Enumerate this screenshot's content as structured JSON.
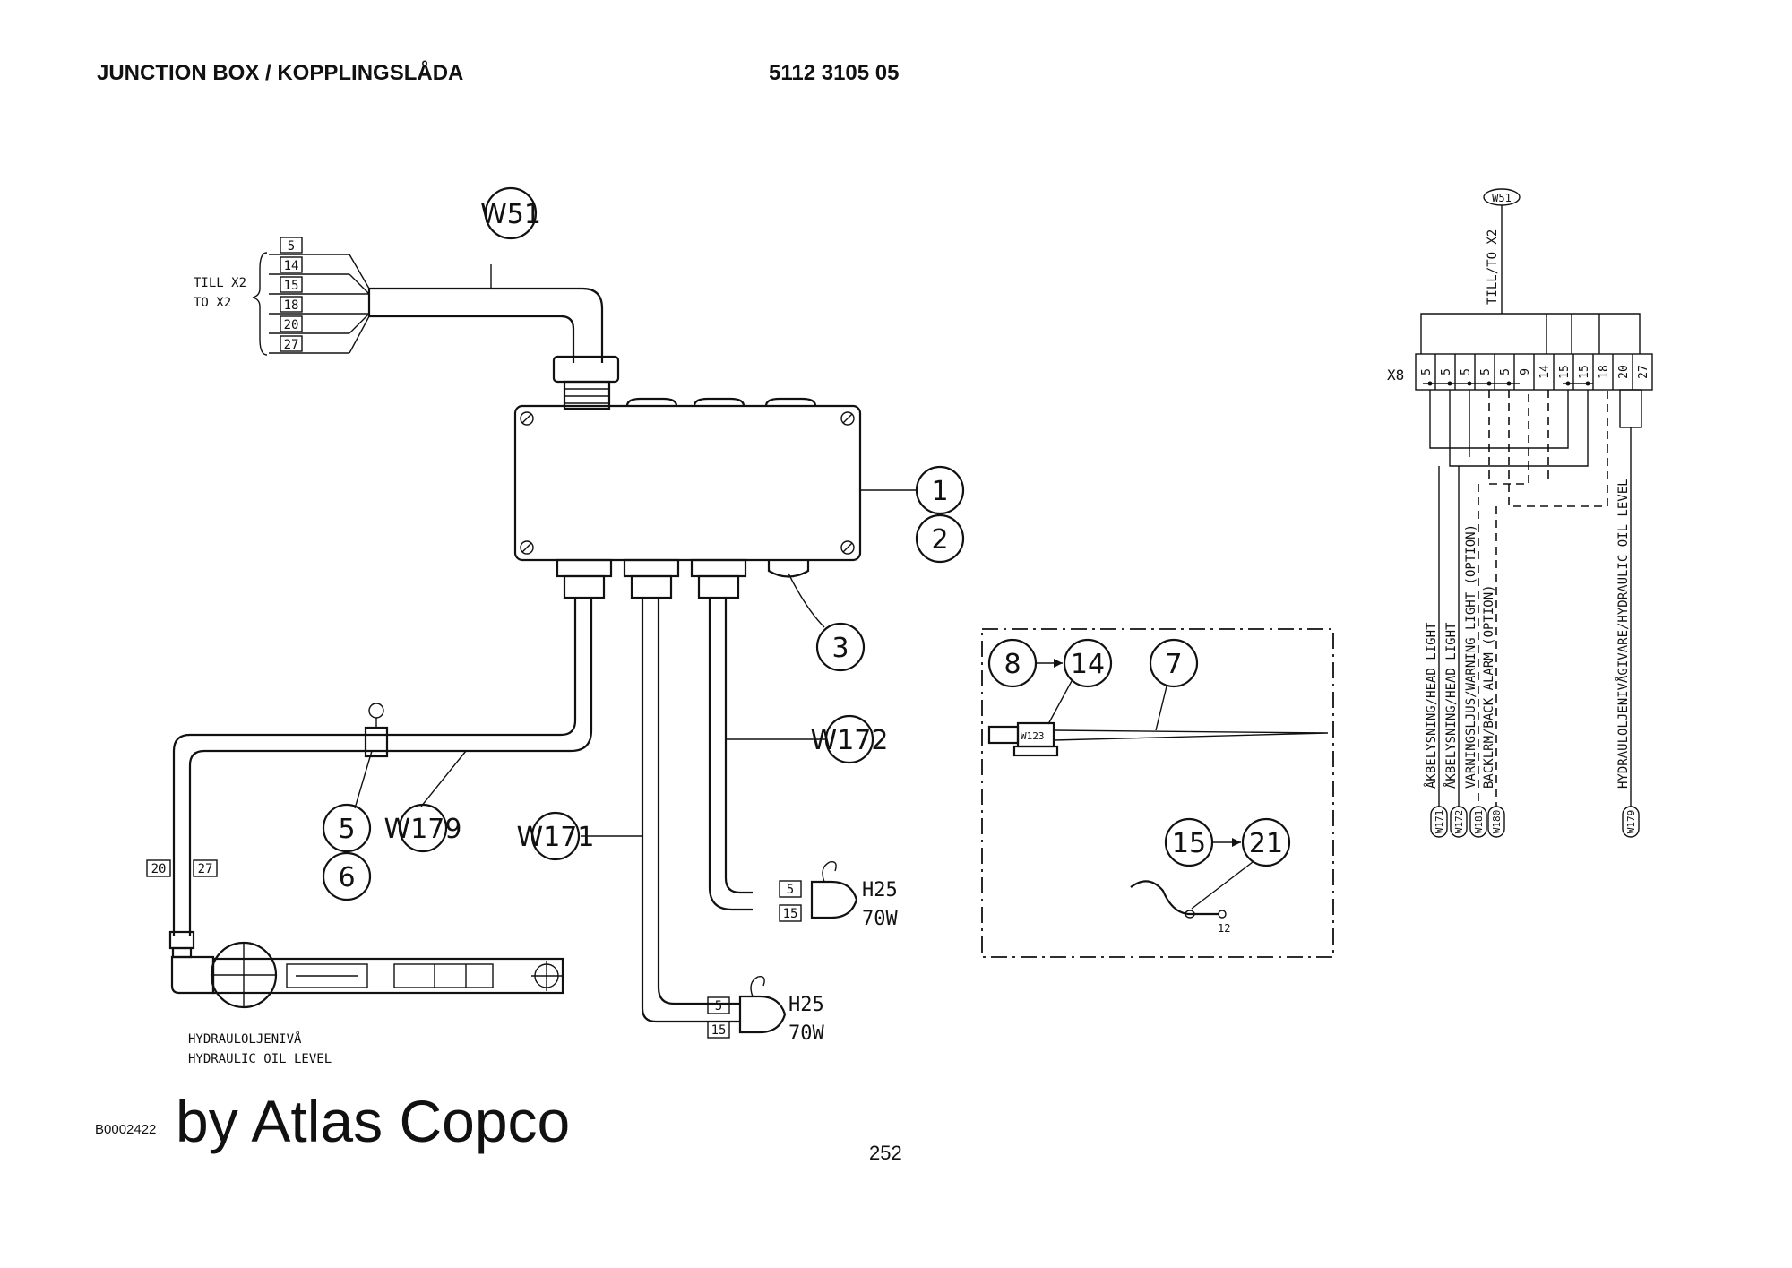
{
  "header": {
    "title": "JUNCTION BOX / KOPPLINGSLÅDA",
    "part_number": "5112 3105 05"
  },
  "footer": {
    "doc_id": "B0002422",
    "credit": "by Atlas Copco",
    "page": "252"
  },
  "diagram": {
    "balloons": {
      "w51": "W51",
      "b1": "1",
      "b2": "2",
      "b3": "3",
      "b5": "5",
      "b6": "6",
      "w179": "W179",
      "w171": "W171",
      "w172": "W172",
      "b8": "8",
      "b14": "14",
      "b7": "7",
      "b15": "15",
      "b21": "21"
    },
    "till_x2": "TILL X2",
    "to_x2": "TO X2",
    "w51_terminals": [
      "5",
      "14",
      "15",
      "18",
      "20",
      "27"
    ],
    "sensor_terminals": [
      "20",
      "27"
    ],
    "lamp_upper": {
      "t1": "5",
      "t2": "15",
      "name": "H25",
      "power": "70W"
    },
    "lamp_lower": {
      "t1": "5",
      "t2": "15",
      "name": "H25",
      "power": "70W"
    },
    "hydraulic_label_1": "HYDRAULOLJENIVÅ",
    "hydraulic_label_2": "HYDRAULIC OIL LEVEL",
    "connector_pins": "W123",
    "ring_label": "12",
    "schematic": {
      "w51_tag": "W51",
      "till_to_x2": "TILL/TO X2",
      "x8_label": "X8",
      "terminals": [
        "5",
        "5",
        "5",
        "5",
        "5",
        "9",
        "14",
        "15",
        "15",
        "18",
        "20",
        "27"
      ],
      "cable_labels": [
        "ÅKBELYSNING/HEAD LIGHT",
        "ÅKBELYSNING/HEAD LIGHT",
        "VARNINGSLJUS/WARNING LIGHT (OPTION)",
        "BACKLRM/BACK ALARM (OPTION)",
        "HYDRAULOLJENIVÅGIVARE/HYDRAULIC OIL LEVEL"
      ],
      "cable_tags": [
        "W171",
        "W172",
        "W181",
        "W180",
        "W179"
      ]
    }
  }
}
